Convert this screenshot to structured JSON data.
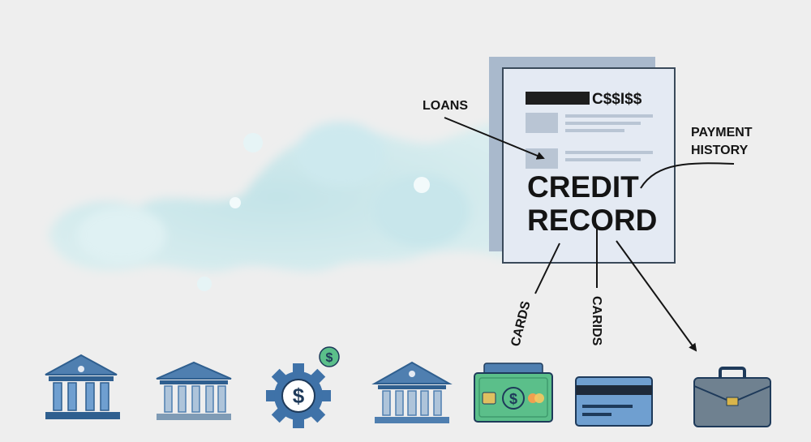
{
  "document": {
    "title_line1": "CREDIT",
    "title_line2": "RECORD",
    "header_text": "C$$I$$"
  },
  "labels": {
    "loans": "LOANS",
    "payment_line1": "PAYMENT",
    "payment_line2": "HISTORY",
    "cards": "CARDS",
    "carids": "CARIDS"
  },
  "icons": [
    "bank-building-icon",
    "bank-building-icon",
    "dollar-gear-icon",
    "bank-building-icon",
    "cash-card-icon",
    "credit-card-icon",
    "briefcase-icon"
  ],
  "colors": {
    "background": "#eeeeee",
    "document_paper": "#e4eaf3",
    "document_shadow": "#a9b9cc",
    "bank_blue": "#4f7fb0",
    "bank_dark": "#2f5f8f",
    "money_green": "#5bbf8a",
    "card_blue": "#6f9fd0",
    "briefcase_gray": "#6f8190",
    "ink": "#141414"
  }
}
